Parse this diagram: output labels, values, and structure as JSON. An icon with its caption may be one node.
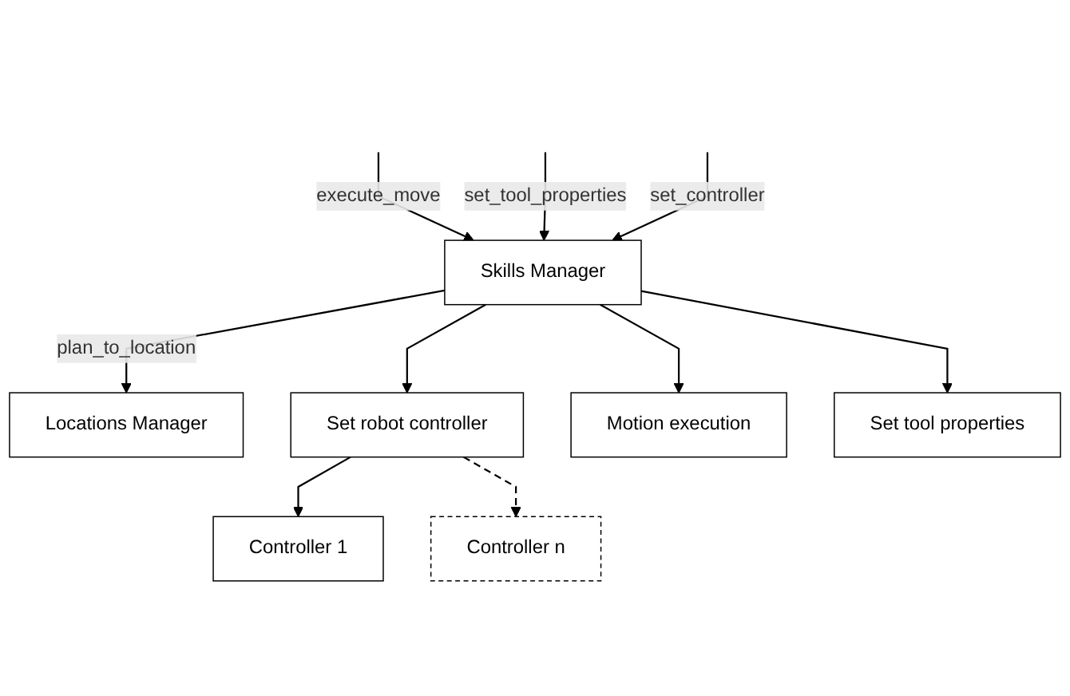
{
  "diagram": {
    "nodes": [
      {
        "text": [
          "Skills Manager"
        ]
      },
      {
        "text": [
          "Locations Manager"
        ]
      },
      {
        "text": [
          "Set robot controller"
        ]
      },
      {
        "text": [
          "Motion execution"
        ]
      },
      {
        "text": [
          "Set tool properties"
        ]
      },
      {
        "text": [
          "Controller 1"
        ]
      },
      {
        "text": [
          "Controller n"
        ]
      }
    ],
    "edges": [
      {
        "from": null,
        "to": 0,
        "arrow": "to",
        "label": "execute_move"
      },
      {
        "from": null,
        "to": 0,
        "arrow": "to",
        "label": "set_tool_properties"
      },
      {
        "from": null,
        "to": 0,
        "arrow": "to",
        "label": "set_controller"
      },
      {
        "from": 0,
        "to": 1,
        "arrow": "to",
        "label": "plan_to_location"
      },
      {
        "from": 0,
        "to": 2,
        "arrow": "to"
      },
      {
        "from": 0,
        "to": 3,
        "arrow": "to"
      },
      {
        "from": 0,
        "to": 4,
        "arrow": "to"
      },
      {
        "from": 2,
        "to": 5,
        "arrow": "to"
      },
      {
        "from": 2,
        "to": 6,
        "arrow": "to",
        "style": "dashed"
      }
    ]
  }
}
